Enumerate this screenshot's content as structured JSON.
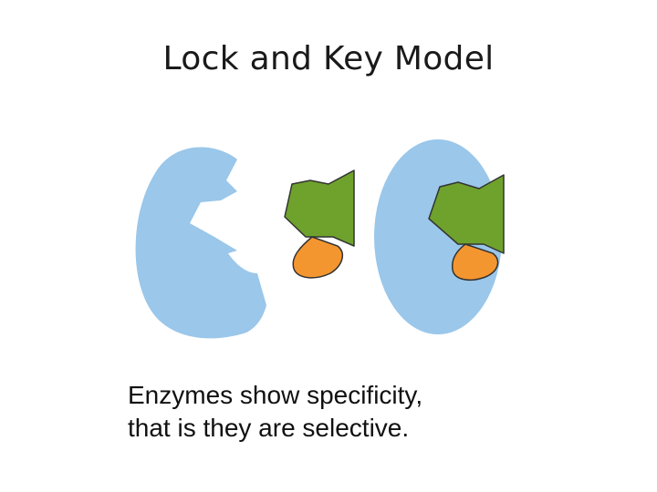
{
  "title": "Lock and Key Model",
  "caption": {
    "line1": "Enzymes show specificity,",
    "line2": "that is they are selective."
  },
  "diagram": {
    "enzyme_color": "#9ac7ea",
    "substrate_green": "#6fa22c",
    "substrate_orange": "#f4962f",
    "outline_color": "#333333",
    "panels": [
      {
        "name": "enzyme-and-substrate-separate"
      },
      {
        "name": "enzyme-substrate-complex"
      }
    ]
  }
}
